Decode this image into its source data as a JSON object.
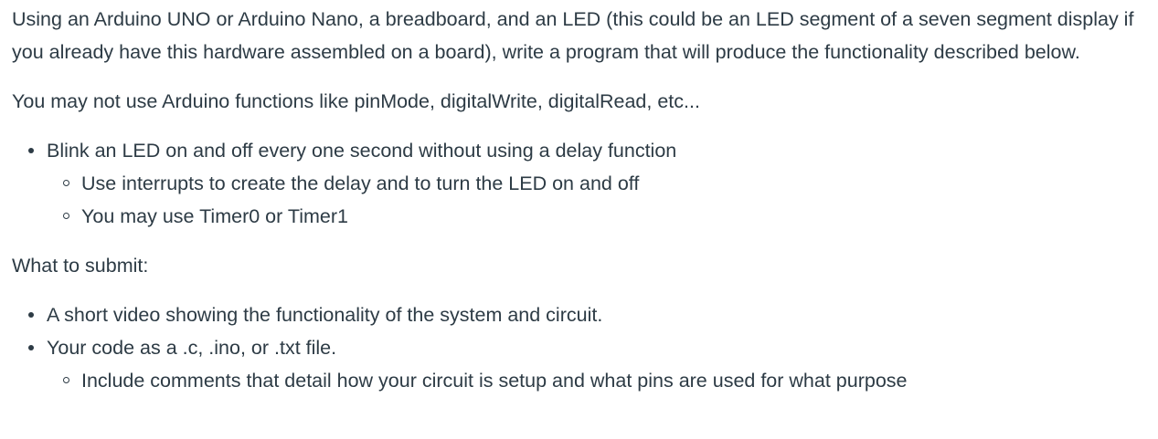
{
  "document": {
    "intro": "Using an Arduino UNO or Arduino Nano, a breadboard, and an LED (this could be an LED segment of a seven segment display if you already have this hardware assembled on a board), write a program that will produce the functionality described below.",
    "restriction": "You may not use Arduino functions like pinMode, digitalWrite, digitalRead, etc...",
    "requirements": [
      {
        "text": "Blink an LED on and off every one second without using a delay function",
        "sub": [
          "Use interrupts to create the delay and to turn the LED on and off",
          "You may use Timer0 or Timer1"
        ]
      }
    ],
    "submit_heading": "What to submit:",
    "submit_items": [
      {
        "text": "A short video showing the functionality of the system and circuit.",
        "sub": []
      },
      {
        "text": "Your code as a .c, .ino, or .txt file.",
        "sub": [
          "Include comments that detail how your circuit is setup and what pins are used for what purpose"
        ]
      }
    ]
  }
}
